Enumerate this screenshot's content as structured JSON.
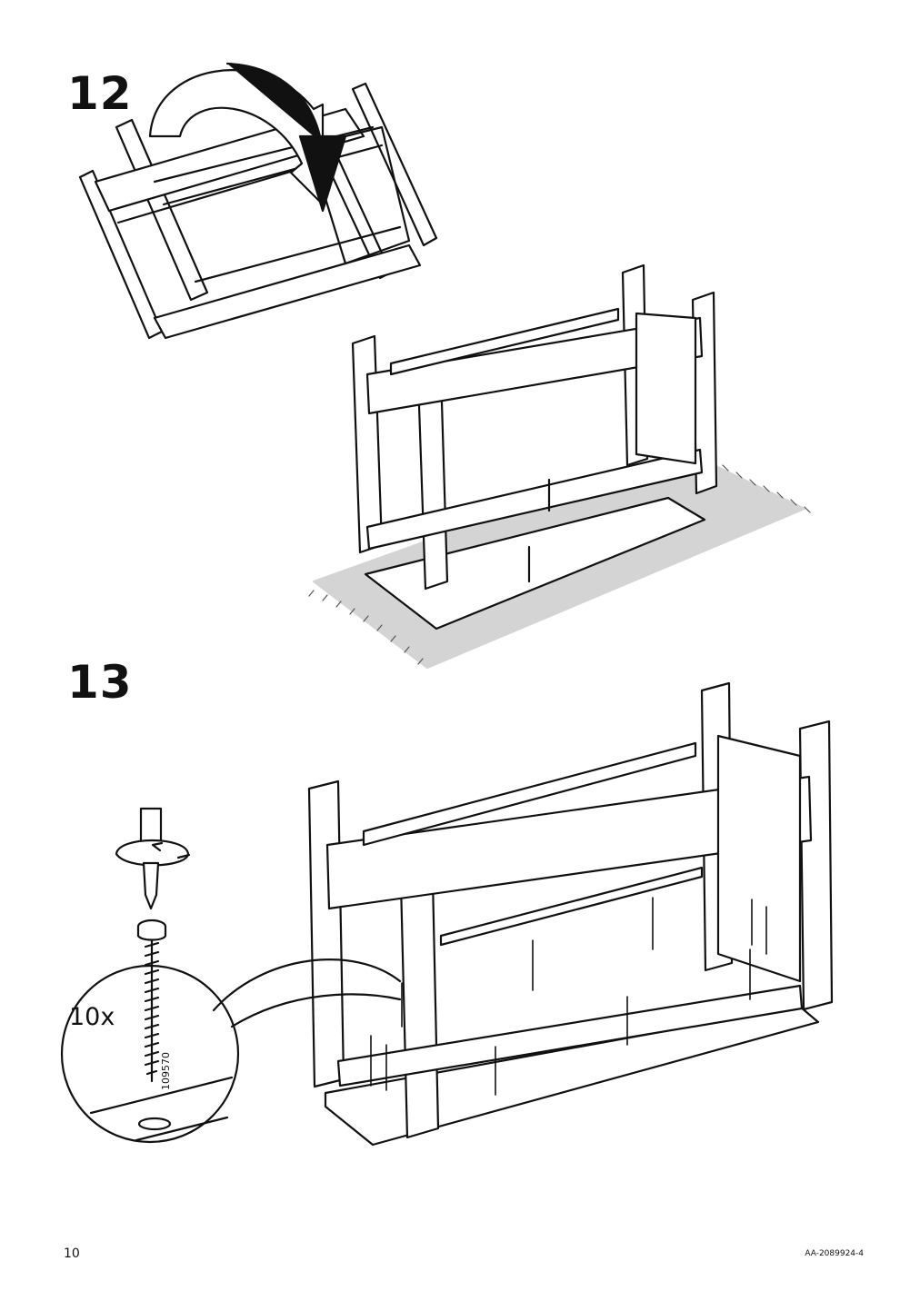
{
  "steps": [
    {
      "number": "12"
    },
    {
      "number": "13"
    }
  ],
  "detail": {
    "quantity": "10x",
    "part_number": "109570"
  },
  "footer": {
    "page_number": "10",
    "document_code": "AA-2089924-4"
  },
  "icons": [
    "rotate-arrow-icon",
    "screwdriver-icon",
    "screw-icon",
    "rug-icon"
  ]
}
